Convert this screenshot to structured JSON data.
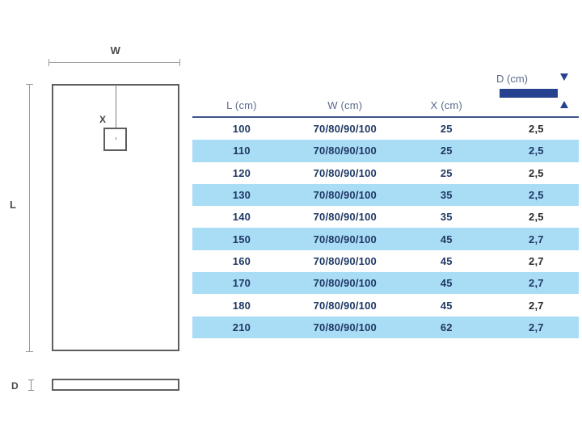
{
  "diagram": {
    "width_label": "W",
    "length_label": "L",
    "drain_offset_label": "X",
    "depth_label": "D",
    "shapes": {
      "tray_top_view": "rectangle",
      "drain_square": "square",
      "tray_side_view": "thin-rectangle"
    }
  },
  "table": {
    "columns": [
      {
        "key": "L",
        "label": "L (cm)"
      },
      {
        "key": "W",
        "label": "W (cm)"
      },
      {
        "key": "X",
        "label": "X (cm)"
      },
      {
        "key": "D",
        "label": "D (cm)"
      }
    ],
    "depth_icon": {
      "label": "D (cm)",
      "bar_color": "#26418f",
      "arrow_down": "▼",
      "arrow_up": "▲"
    },
    "rows": [
      {
        "L": "100",
        "W": "70/80/90/100",
        "X": "25",
        "D": "2,5"
      },
      {
        "L": "110",
        "W": "70/80/90/100",
        "X": "25",
        "D": "2,5"
      },
      {
        "L": "120",
        "W": "70/80/90/100",
        "X": "25",
        "D": "2,5"
      },
      {
        "L": "130",
        "W": "70/80/90/100",
        "X": "35",
        "D": "2,5"
      },
      {
        "L": "140",
        "W": "70/80/90/100",
        "X": "35",
        "D": "2,5"
      },
      {
        "L": "150",
        "W": "70/80/90/100",
        "X": "45",
        "D": "2,7"
      },
      {
        "L": "160",
        "W": "70/80/90/100",
        "X": "45",
        "D": "2,7"
      },
      {
        "L": "170",
        "W": "70/80/90/100",
        "X": "45",
        "D": "2,7"
      },
      {
        "L": "180",
        "W": "70/80/90/100",
        "X": "45",
        "D": "2,7"
      },
      {
        "L": "210",
        "W": "70/80/90/100",
        "X": "62",
        "D": "2,7"
      }
    ]
  },
  "colors": {
    "background": "#ffffff",
    "stripe": "#a9dcf5",
    "header_text": "#5b6b8c",
    "header_rule": "#3c5488",
    "value_text": "#1f3864",
    "accent_bar": "#26418f",
    "drawing_line": "#5e5e5e"
  }
}
